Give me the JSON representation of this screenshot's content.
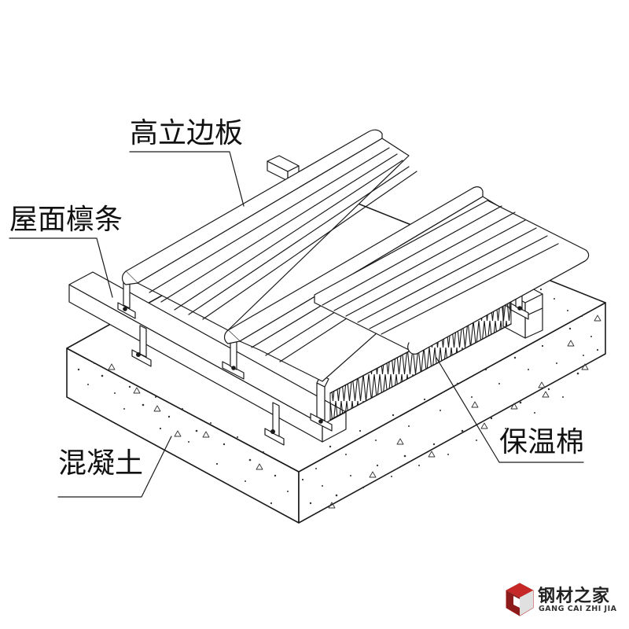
{
  "labels": {
    "panel": "高立边板",
    "purlin": "屋面檩条",
    "concrete": "混凝土",
    "insulation": "保温棉"
  },
  "watermark": {
    "name": "钢材之家",
    "pinyin": "GANG CAI ZHI JIA",
    "logo_icon": "cube-logo-icon",
    "logo_color": "#b22222"
  }
}
